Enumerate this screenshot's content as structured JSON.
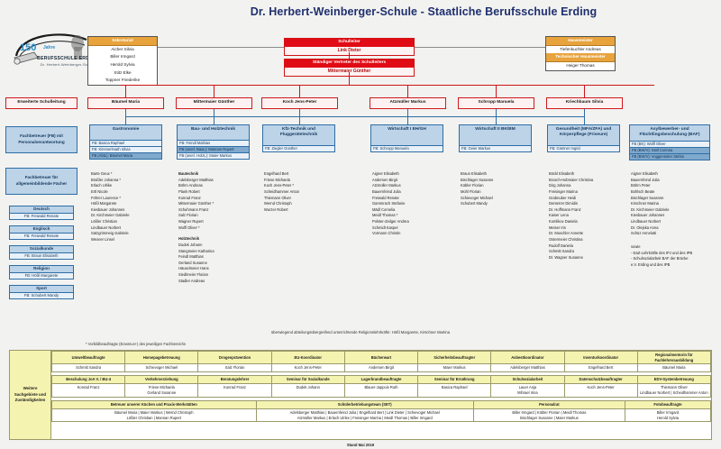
{
  "page": {
    "title": "Dr. Herbert-Weinberger-Schule - Staatliche Berufsschule Erding",
    "stand": "Stand Mai 2019"
  },
  "logo": {
    "jubilee": "150 Jahre",
    "line1": "BERUFSSCHULE ERDING",
    "line2": "Dr. Herbert-Weinberger-Schule",
    "icon": "school-logo-icon"
  },
  "secretariat": {
    "header": "Sekretariat",
    "members": [
      "Aicher Silvia",
      "Biller Irmgard",
      "Herold Sylvia",
      "Stitz Elke",
      "Toppner Friederike"
    ]
  },
  "caretaker": {
    "blocks": [
      {
        "header": "Hausmeister",
        "name": "Tiefenkuchler Andreas"
      },
      {
        "header": "Technischer Hausmeister",
        "name": "Heiger Thomas"
      }
    ]
  },
  "leadership": {
    "principal": {
      "header": "Schulleiter",
      "name": "Link Dieter"
    },
    "deputy": {
      "header": "Ständiger Vertreter des Schulleiters",
      "name": "Mittermaier Günther"
    }
  },
  "sidebar": {
    "extended_leadership": "Erweiterte Schulleitung",
    "fb_personnel": "Fachbetreuer (FB) mit Personalverantwortung",
    "fb_general": "Fachbetreuer für allgemeinbildende Fächer",
    "subjects": [
      {
        "name": "Deutsch",
        "teacher": "FB: Freiwald Renate"
      },
      {
        "name": "Englisch",
        "teacher": "FB: Freiwald Renate"
      },
      {
        "name": "Sozialkunde",
        "teacher": "FB: Braun Elisabeth"
      },
      {
        "name": "Religion",
        "teacher": "FB: Hößl Margarete"
      },
      {
        "name": "Sport",
        "teacher": "FB: Schubert Mandy"
      }
    ]
  },
  "department_heads": [
    "Bäumel Maria",
    "Mittermaier Günther",
    "Koch Jens-Peter",
    "Atzmüller Markus",
    "Schropp Manuela",
    "Kriechbaum Silvia"
  ],
  "departments": [
    {
      "title": "Gastronomie",
      "fb": [
        "FB: Basica Raphael",
        "FB: Kimmerlmath Silvia",
        "FB (AbtL): Bäumel Maria"
      ],
      "staff": [
        "Barte Geux *",
        "Brüßler Johanna *",
        "Erlach Ulrike",
        "Ertl Nicole",
        "Föhrer Laurence *",
        "Hößl Margarete",
        "Kiesbauer Johannes",
        "Dr. Kirchmeier Gabriele",
        "Lößler Christian",
        "Lindbauer Norbert",
        "Satzgrimmeig Gabriele",
        "Wexner Linsel"
      ]
    },
    {
      "title": "Bau- und Holztechnik",
      "fb": [
        "FB: Feindl Mathias",
        "FB (unerl. BauL): Mannan Rupert",
        "FB (unerl. HolzL): Maier Markus"
      ],
      "staff_groups": [
        {
          "label": "Bautechnik",
          "names": [
            "Adelsberger Matthias",
            "Böhm Andreas",
            "Plank Robert",
            "Konrad Franz",
            "Mittermaier Günther *",
            "Schuhmann Franz",
            "Salz Florian",
            "Wagner Rupert",
            "Wolfl Oliver *"
          ]
        },
        {
          "label": "Holztechnik",
          "names": [
            "Dudek Johann",
            "Stangmeier Katharina",
            "Feindl Matthias",
            "Gerland Susanne",
            "Häuselmeier Hans",
            "Siedlmeier Florian",
            "Stadler Andreas"
          ]
        }
      ]
    },
    {
      "title": "Kfz-Technik und Fluggerätetechnik",
      "fb": [
        "FB: Ziegler Günther"
      ],
      "staff": [
        "Engelhard Bert",
        "Friese Michaela",
        "Koch Jens-Peter *",
        "Scheidhammer Anton",
        "Thiemann Oliver",
        "Wernd Christoph",
        "Wurzer Robert"
      ]
    },
    {
      "title": "Wirtschaft I EH/GH",
      "fb": [
        "FB: Schropp Manuela"
      ],
      "staff": [
        "Aigner Elisabeth",
        "Andersen Birgit",
        "Atzmüller Markus",
        "Bauernfeind Julia",
        "Freiwald Renate",
        "Gammrach Stefanie",
        "Mädl Cornelia",
        "Meidl Thomas *",
        "Polster-Zeilger Andrea",
        "Schmidt Kasper",
        "Vormann Christin"
      ]
    },
    {
      "title": "Wirtschaft II BK/BM",
      "fb": [
        "FB: Geier Markus"
      ],
      "staff": [
        "Braun Elisabeth",
        "Bischlager Susanne",
        "Köbler Florian",
        "Mohl Florian",
        "Schievoger Michael",
        "Schubert Mandy"
      ]
    },
    {
      "title": "Gesundheit (MFA/ZFA) und Körperpflege (Friseure)",
      "fb": [
        "FB: Güntner Ingrid"
      ],
      "staff": [
        "Böckl Elisabeth",
        "Brosch-Hobmaier Christina",
        "Dirg Johanna",
        "Freisinger Marina",
        "Grabnuber Heidi",
        "Denterrer Dimidin",
        "Dr. Hoffmann Franz",
        "Kaiser Lena",
        "Komlikov Daniela",
        "Meiser Iris",
        "Dr. Muschler Annette",
        "Ostermeier Christina",
        "Rudolf Daniela",
        "Schmitt Sandra",
        "Dr. Wagner Susanne"
      ]
    },
    {
      "title": "Asylbewerber- und Flüchtlingsbeschulung (BAF)",
      "fb": [
        "FB (BK): Wolfl Oliver",
        "FB (BIK/V): Stoll Corinna",
        "FB (BIK/V): Voggenreiter Stefan"
      ],
      "staff": [
        "Aigner Elisabeth",
        "Bauernfeind Julia",
        "Böhm Peter",
        "Bohlsch Beate",
        "Bischlager Susanne",
        "Kirschner Marina",
        "Dr. Kirchmeier Gabriele",
        "Kiesbauer Johannes",
        "Lindbauer Norbert",
        "Dr. Olejska Anna",
        "Schüz Annelutti"
      ],
      "note_label": "sowie",
      "notes": [
        "- DaZ-Lehrkräfte des IPJ und des IPB",
        "- Schulsozialarbeit  BAF der Brücke",
        "  e.V. Erding und des IPB"
      ]
    }
  ],
  "footnotes": {
    "religion": "überwiegend abteilungsübergreifend unterrichtende Religionslehrkräfte: Hößl Margarete, Kirschner Martina",
    "asterisk": "* Vorbildbeauftragte (Erasmus+) des jeweiligen Fachbereichs"
  },
  "bottom_table": {
    "side_label": "Weitere Sachgebiete und Zuständigkeiten",
    "rows": [
      {
        "headers": [
          "Umweltbeauftragte",
          "Homepagebetreuung",
          "Drogenprävention",
          "EU-Koordinator",
          "Bücherwart"
        ],
        "cells": [
          "Schmitt Sandra",
          "Schievoger Michael",
          "Salz Florian",
          "Koch Jens-Peter",
          "Andersen Birgit"
        ],
        "headers2": [
          "Sicherheitsbeauftragter",
          "Asbestkoordinator",
          "Inventurkoordinator",
          "Regionalmentorin für Fachlehrerausbildung"
        ],
        "cells2": [
          "Maier Markus",
          "Adelsberger Matthias",
          "Engelhard Bert",
          "Bäumel Maria"
        ]
      },
      {
        "headers": [
          "Beschulung JoA V. / BU-4",
          "Verkehrserziehung",
          "Beratungslehrer",
          "Seminar für Sozialkunde",
          "Lagerbrandbeauftragte",
          "Seminar für Ernährung",
          "Schulsozialarbeit",
          "Datenschutzbeauftragter",
          "EDV-Systembetreuung"
        ],
        "cells": [
          "Konrad Franz",
          "Friese Michaela\nGerland Susanne",
          "Konrad Franz",
          "Dudek Johann",
          "Blauer-Jappois Ruth",
          "Basica Raphael",
          "Lauer Anja\nMihrael Irina",
          "Koch Jens-Peter",
          "Thiemann Oliver\nLindbauer Norbert | Scheidhammer Anton"
        ]
      }
    ],
    "final_row": {
      "groups": [
        {
          "header": "Betreuer unserer Küchen und Praxis-Werkstätten",
          "lines": [
            "Bäumel Maria | Maier Markus | Wernd Christoph",
            "Lößler Christian | Mannan Rupert"
          ]
        },
        {
          "header": "Schülerbetriebungsteam (SET)",
          "lines": [
            "Adelsberger Matthias | Bauernfeind Julia | Engelhard Bert | Link Dieter | Schievoger Michael",
            "Atzmüller Markus | Erlach Ulrike | Freisinger Marina | Meidl Thomas | Biller Irmgard"
          ]
        },
        {
          "header": "Personalrat",
          "lines": [
            "Biller Irmgard | Köbler Florian | Meidl Thomas",
            "Bischlager Susanne | Maier Markus"
          ]
        },
        {
          "header": "Fotobeauftragte",
          "lines": [
            "Biller Irmgard",
            "Herold Sylvia"
          ]
        }
      ]
    }
  }
}
